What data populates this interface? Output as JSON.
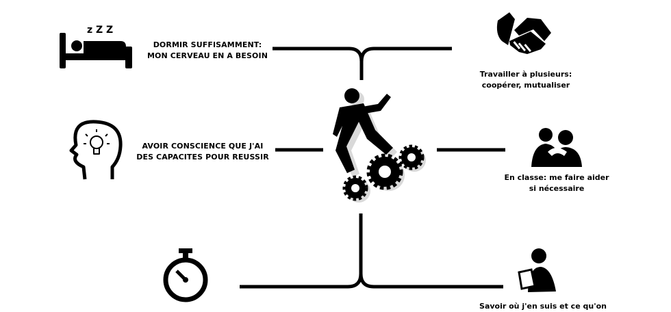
{
  "colors": {
    "ink": "#000000",
    "shadow": "#d9d9d9",
    "background": "#ffffff"
  },
  "center": {
    "icon": "person-climbing-gears-icon"
  },
  "items": [
    {
      "icon": "bed-sleeping-icon",
      "zzz": "z Z Z",
      "line1": "DORMIR SUFFISAMMENT:",
      "line2": "MON CERVEAU EN A BESOIN"
    },
    {
      "icon": "head-lightbulb-icon",
      "line1": "AVOIR CONSCIENCE QUE J'AI",
      "line2": "DES CAPACITES POUR REUSSIR"
    },
    {
      "icon": "stopwatch-icon",
      "line1": "",
      "line2": ""
    },
    {
      "icon": "handshake-icon",
      "line1": "Travailler à plusieurs:",
      "line2": "coopérer, mutualiser"
    },
    {
      "icon": "two-people-hug-icon",
      "line1": "En classe: me faire aider",
      "line2": "si nécessaire"
    },
    {
      "icon": "person-reading-icon",
      "line1": "Savoir où j'en suis et ce qu'on",
      "line2": ""
    }
  ]
}
